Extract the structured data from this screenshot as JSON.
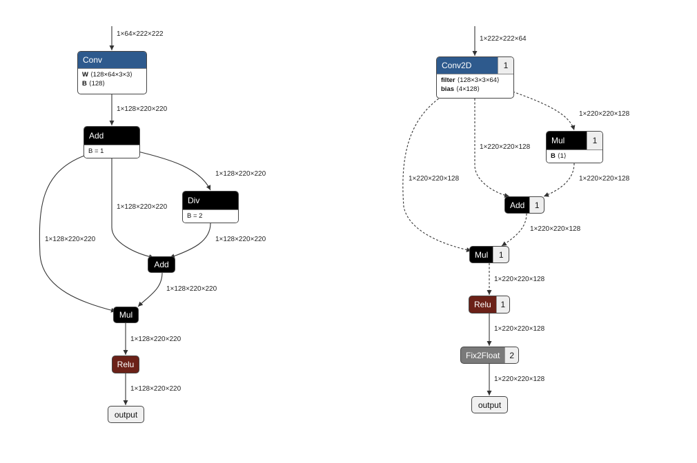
{
  "left_graph": {
    "nodes": {
      "conv": {
        "title": "Conv",
        "attrs": [
          {
            "key": "W",
            "value": "⟨128×64×3×3⟩"
          },
          {
            "key": "B",
            "value": "⟨128⟩"
          }
        ]
      },
      "add1": {
        "title": "Add",
        "attr_text": "B = 1"
      },
      "div": {
        "title": "Div",
        "attr_text": "B = 2"
      },
      "add2": {
        "title": "Add"
      },
      "mul": {
        "title": "Mul"
      },
      "relu": {
        "title": "Relu"
      },
      "output": {
        "title": "output"
      }
    },
    "edge_labels": {
      "input_conv": "1×64×222×222",
      "conv_add1": "1×128×220×220",
      "add1_div": "1×128×220×220",
      "add1_add2": "1×128×220×220",
      "add1_mul": "1×128×220×220",
      "div_add2": "1×128×220×220",
      "add2_mul": "1×128×220×220",
      "mul_relu": "1×128×220×220",
      "relu_output": "1×128×220×220"
    }
  },
  "right_graph": {
    "nodes": {
      "conv2d": {
        "title": "Conv2D",
        "count": "1",
        "attrs": [
          {
            "key": "filter",
            "value": "⟨128×3×3×64⟩"
          },
          {
            "key": "bias",
            "value": "⟨4×128⟩"
          }
        ]
      },
      "mul1": {
        "title": "Mul",
        "count": "1",
        "attrs": [
          {
            "key": "B",
            "value": "⟨1⟩"
          }
        ]
      },
      "add": {
        "title": "Add",
        "count": "1"
      },
      "mul2": {
        "title": "Mul",
        "count": "1"
      },
      "relu": {
        "title": "Relu",
        "count": "1"
      },
      "fix2float": {
        "title": "Fix2Float",
        "count": "2"
      },
      "output": {
        "title": "output"
      }
    },
    "edge_labels": {
      "input_conv2d": "1×222×222×64",
      "conv2d_mul1": "1×220×220×128",
      "conv2d_add": "1×220×220×128",
      "conv2d_mul2": "1×220×220×128",
      "mul1_add": "1×220×220×128",
      "add_mul2": "1×220×220×128",
      "mul2_relu": "1×220×220×128",
      "relu_fix": "1×220×220×128",
      "fix_output": "1×220×220×128"
    }
  },
  "colors": {
    "conv_header": "#2e5a8d",
    "op_header": "#000000",
    "relu_header": "#6b2118",
    "fix2float_header": "#7a7a7a",
    "output_fill": "#f0f0f0",
    "edge": "#333333"
  }
}
